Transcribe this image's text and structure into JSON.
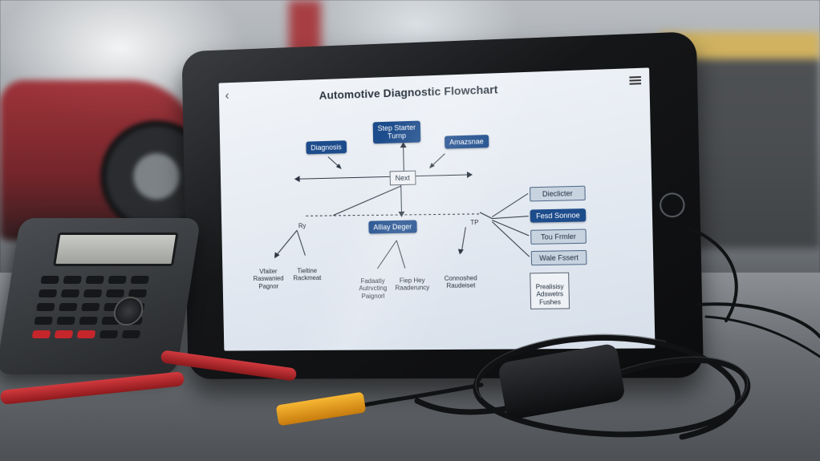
{
  "app": {
    "title": "Automotive Diagnostic Flowchart",
    "back_glyph": "‹"
  },
  "flowchart": {
    "top_node": "Step Starter\nTurnp",
    "left_node": "Diagnosis",
    "right_node": "Amazsnae",
    "center_node": "Next",
    "mid_node": "Alliay Deger",
    "right_stack": [
      "Dieclicter",
      "Fesd Sonnoe",
      "Tou Frmler",
      "Wale Fssert"
    ],
    "small_labels": [
      "Ry",
      "TP"
    ],
    "bottom_labels": [
      "Vfaiter\nRaswanied\nPagnor",
      "Tieltine\nRackmeat",
      "Fadaatiy\nAutrvcting\nPaignorl",
      "Fiep Hey\nRaaderuncy",
      "Connoshed\nRaudeiset"
    ],
    "bottom_box": "Prealisisy\nAdswetrs\nFushes"
  },
  "colors": {
    "node_blue": "#1d4c8c",
    "node_pale": "#c8d3e0",
    "screen_bg": "#e9eef4"
  },
  "icons": {
    "back": "chevron-left-icon",
    "menu": "hamburger-menu-icon"
  }
}
